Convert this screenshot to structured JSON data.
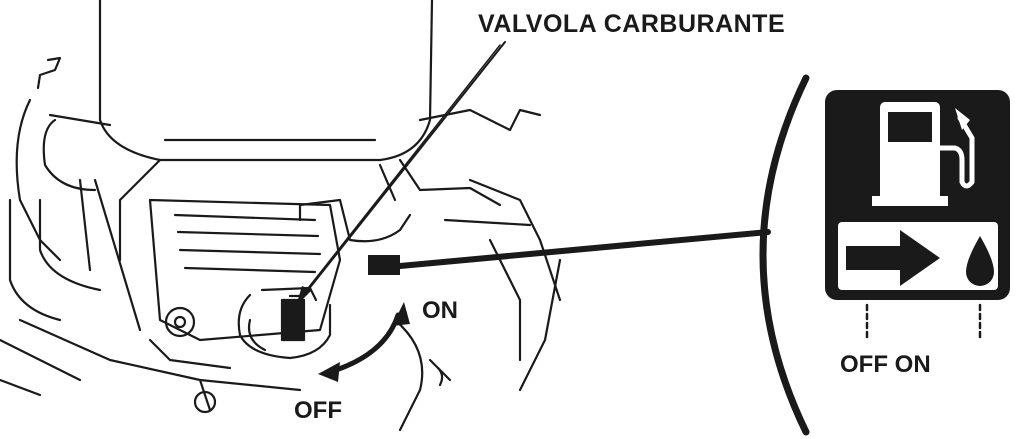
{
  "labels": {
    "title": "VALVOLA CARBURANTE",
    "on": "ON",
    "off": "OFF",
    "panel_off_on": "OFF ON"
  },
  "icons": {
    "fuel_pump": "fuel-pump-icon",
    "arrow": "right-arrow-icon",
    "drop": "fuel-drop-icon"
  },
  "colors": {
    "ink": "#1a1a1a",
    "background": "#ffffff"
  }
}
